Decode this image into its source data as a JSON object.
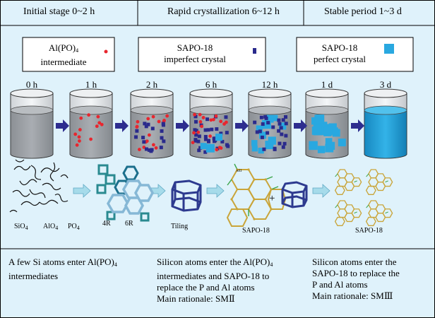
{
  "header": {
    "stage1": "Initial stage 0~2 h",
    "stage2": "Rapid crystallization 6~12 h",
    "stage3": "Stable period 1~3 d"
  },
  "legend": {
    "box1_line1": "Al(PO)",
    "box1_sub": "4",
    "box1_line2": "intermediate",
    "box2_line1": "SAPO-18",
    "box2_line2": "imperfect crystal",
    "box3_line1": "SAPO-18",
    "box3_line2": "perfect crystal"
  },
  "times": [
    "0 h",
    "1 h",
    "2 h",
    "6 h",
    "12 h",
    "1 d",
    "3 d"
  ],
  "colors": {
    "background": "#dff2fb",
    "liquid_gray": "#9a9ea3",
    "liquid_blue": "#1ea3dc",
    "intermediate": "#e8262e",
    "imperfect": "#2a2a8c",
    "perfect": "#29a8e0",
    "arrow": "#2d2d8f",
    "tiling_arrow": "#a6dbea"
  },
  "structure": {
    "sio4": "SiO",
    "alo4": "AlO",
    "po4": "PO",
    "sub4": "4",
    "ring4": "4R",
    "ring6": "6R",
    "tiling": "Tiling",
    "sapo_a": "SAPO-18",
    "sapo_b": "SAPO-18",
    "plus": "+",
    "aei_tag": "AEI"
  },
  "notes": {
    "n1_line1": "A few Si atoms enter Al(PO)",
    "n1_sub": "4",
    "n1_line2": "intermediates",
    "n2_line1": "Silicon atoms enter the Al(PO)",
    "n2_sub": "4",
    "n2_line2": "intermediates and SAPO-18 to",
    "n2_line3": "replace the P and Al atoms",
    "n2_line4": "Main rationale: SMⅡ",
    "n3_line1": "Silicon atoms enter the",
    "n3_line2": "SAPO-18 to replace the",
    "n3_line3": "P and Al atoms",
    "n3_line4": "Main rationale: SMⅢ"
  }
}
